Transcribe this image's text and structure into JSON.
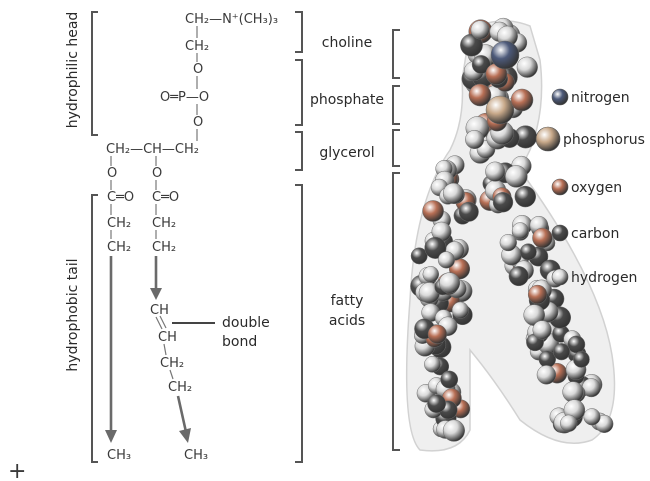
{
  "colors": {
    "nitrogen": "#4d5a7a",
    "phosphorus": "#c8a98a",
    "oxygen": "#b86f55",
    "carbon": "#4a4a4a",
    "hydrogen": "#d9d9d9",
    "envelope": "#eeeeee",
    "arrow": "#6a6a6a"
  },
  "side_labels": {
    "head": "hydrophilic head",
    "tail": "hydrophobic tail"
  },
  "formula": {
    "ch2_n": "CH₂—N⁺(CH₃)₃",
    "ch2_a": "CH₂",
    "o_a": "O",
    "phosphate_row": "O═P—O",
    "o_b": "O",
    "glycerol_row": "CH₂—CH—CH₂",
    "o_left": "O",
    "o_right": "O",
    "co_left": "C═O",
    "co_right": "C═O",
    "ch2_l1": "CH₂",
    "ch2_r1": "CH₂",
    "ch2_l2": "CH₂",
    "ch2_r2": "CH₂",
    "ch_1": "CH",
    "ch_2": "CH",
    "ch2_r3": "CH₂",
    "ch2_r4": "CH₂",
    "ch3_left": "CH₃",
    "ch3_right": "CH₃"
  },
  "annotation": {
    "double": "double",
    "bond": "bond"
  },
  "groups": {
    "choline": "choline",
    "phosphate": "phosphate",
    "glycerol": "glycerol",
    "fatty_1": "fatty",
    "fatty_2": "acids"
  },
  "legend": [
    {
      "key": "nitrogen",
      "label": "nitrogen"
    },
    {
      "key": "phosphorus",
      "label": "phosphorus"
    },
    {
      "key": "oxygen",
      "label": "oxygen"
    },
    {
      "key": "carbon",
      "label": "carbon"
    },
    {
      "key": "hydrogen",
      "label": "hydrogen"
    }
  ],
  "corner_mark": "+"
}
